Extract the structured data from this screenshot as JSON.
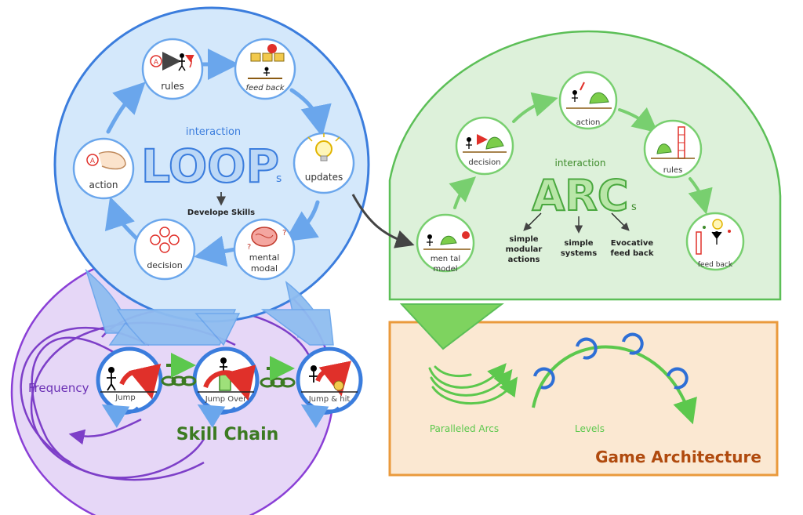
{
  "loop": {
    "pre_title": "interaction",
    "title": "LOOP",
    "suffix": "s",
    "sub": "Develope Skills",
    "nodes": {
      "rules": "rules",
      "feedback": "feed back",
      "updates": "updates",
      "mental": [
        "mental",
        "modal"
      ],
      "decision": "decision",
      "action": "action"
    }
  },
  "arc": {
    "pre_title": "interaction",
    "title": "ARC",
    "suffix": "s",
    "nodes": {
      "mental": [
        "men tal",
        "model"
      ],
      "decision": "decision",
      "action": "action",
      "rules": "rules",
      "feedback": "feed back"
    },
    "principles": [
      {
        "lines": [
          "simple",
          "modular",
          "actions"
        ]
      },
      {
        "lines": [
          "simple",
          "systems"
        ]
      },
      {
        "lines": [
          "Evocative",
          "feed back"
        ]
      }
    ]
  },
  "skill_chain": {
    "title": "Skill Chain",
    "frequency": "Frequency",
    "skills": [
      "Jump",
      "Jump Over",
      "Jump & hit"
    ]
  },
  "architecture": {
    "title": "Game Architecture",
    "paralleled": "Paralleled Arcs",
    "levels": "Levels"
  },
  "colors": {
    "loop_fill": "#d6e9fb",
    "loop_stroke": "#3b7ddd",
    "arc_fill": "#dff2dc",
    "arc_stroke": "#5cbf57",
    "skill_fill": "#e7d8f7",
    "skill_stroke": "#8a3fd6",
    "arch_fill": "#fbe9d3",
    "arch_stroke": "#ea9a3c",
    "arch_title": "#b04a0e",
    "chain_title": "#3c7a22"
  }
}
